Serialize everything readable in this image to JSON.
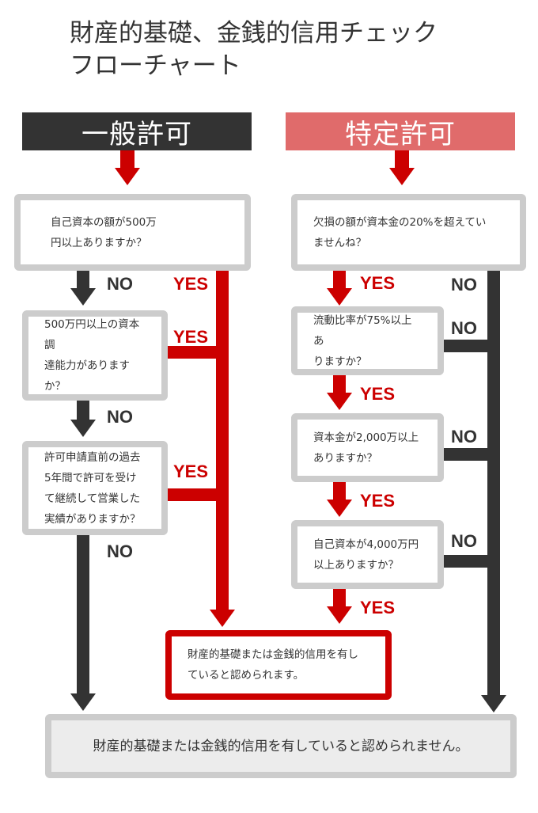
{
  "title": "財産的基礎、金銭的信用チェック\nフローチャート",
  "headers": {
    "general": "一般許可",
    "special": "特定許可"
  },
  "general": {
    "q1": "自己資本の額が500万\n円以上ありますか？",
    "q2": "500万円以上の資本調\n達能力がありますか？",
    "q3": "許可申請直前の過去\n5年間で許可を受け\nて継続して営業した\n実績がありますか？"
  },
  "special": {
    "q1": "欠損の額が資本金の20%を超えてい\nませんね？",
    "q2": "流動比率が75%以上あ\nりますか？",
    "q3": "資本金が2,000万以上\nありますか？",
    "q4": "自己資本が4,000万円\n以上ありますか？"
  },
  "results": {
    "approved": "財産的基礎または金銭的信用を有し\nていると認められます。",
    "rejected": "財産的基礎または金銭的信用を有していると認められません。"
  },
  "labels": {
    "yes": "YES",
    "no": "NO"
  },
  "colors": {
    "general_header": "#333333",
    "special_header": "#e06b6b",
    "yes_accent": "#cc0000",
    "no_accent": "#333333",
    "box_border": "#cccccc"
  }
}
